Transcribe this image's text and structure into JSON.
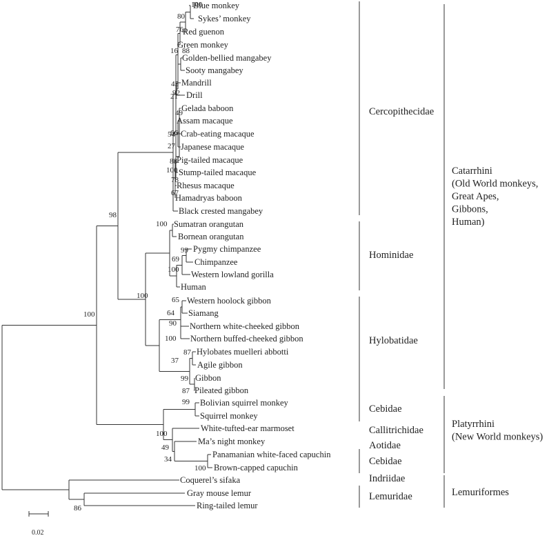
{
  "leaves": [
    "Blue monkey",
    "Sykes’ monkey",
    "Red guenon",
    "Green monkey",
    "Golden-bellied mangabey",
    "Sooty mangabey",
    "Mandrill",
    "Drill",
    "Gelada baboon",
    "Assam macaque",
    "Crab-eating macaque",
    "Japanese macaque",
    "Pig-tailed macaque",
    "Stump-tailed macaque",
    "Rhesus macaque",
    "Hamadryas baboon",
    "Black crested mangabey",
    "Sumatran orangutan",
    "Bornean orangutan",
    "Pygmy chimpanzee",
    "Chimpanzee",
    "Western lowland gorilla",
    "Human",
    "Western hoolock gibbon",
    "Siamang",
    "Northern white-cheeked gibbon",
    "Northern buffed-cheeked gibbon",
    "Hylobates muelleri abbotti",
    "Agile gibbon",
    "Gibbon",
    "Pileated gibbon",
    "Bolivian squirrel monkey",
    "Squirrel monkey",
    "White-tufted-ear marmoset",
    "Ma’s night monkey",
    "Panamanian white-faced capuchin",
    "Brown-capped capuchin",
    "Coquerel’s sifaka",
    "Gray mouse lemur",
    "Ring-tailed lemur"
  ],
  "bootstrap": [
    "100",
    "80",
    "76",
    "88",
    "16",
    "45",
    "92",
    "21",
    "49",
    "66",
    "54",
    "27",
    "88",
    "78",
    "67",
    "100",
    "98",
    "100",
    "99",
    "69",
    "100",
    "100",
    "64",
    "65",
    "90",
    "100",
    "87",
    "37",
    "99",
    "87",
    "99",
    "100",
    "49",
    "34",
    "100",
    "100",
    "86"
  ],
  "families": [
    "Cercopithecidae",
    "Hominidae",
    "Hylobatidae",
    "Cebidae",
    "Callitrichidae",
    "Aotidae",
    "Cebidae",
    "Indriidae",
    "Lemuridae"
  ],
  "clades": {
    "catarrhini": [
      "Catarrhini",
      "(Old World monkeys,",
      "Great Apes,",
      "Gibbons,",
      "Human)"
    ],
    "platyrrhini": [
      "Platyrrhini",
      "(New World monkeys)"
    ],
    "lemuriformes": [
      "Lemuriformes"
    ]
  },
  "scale_label": "0.02"
}
